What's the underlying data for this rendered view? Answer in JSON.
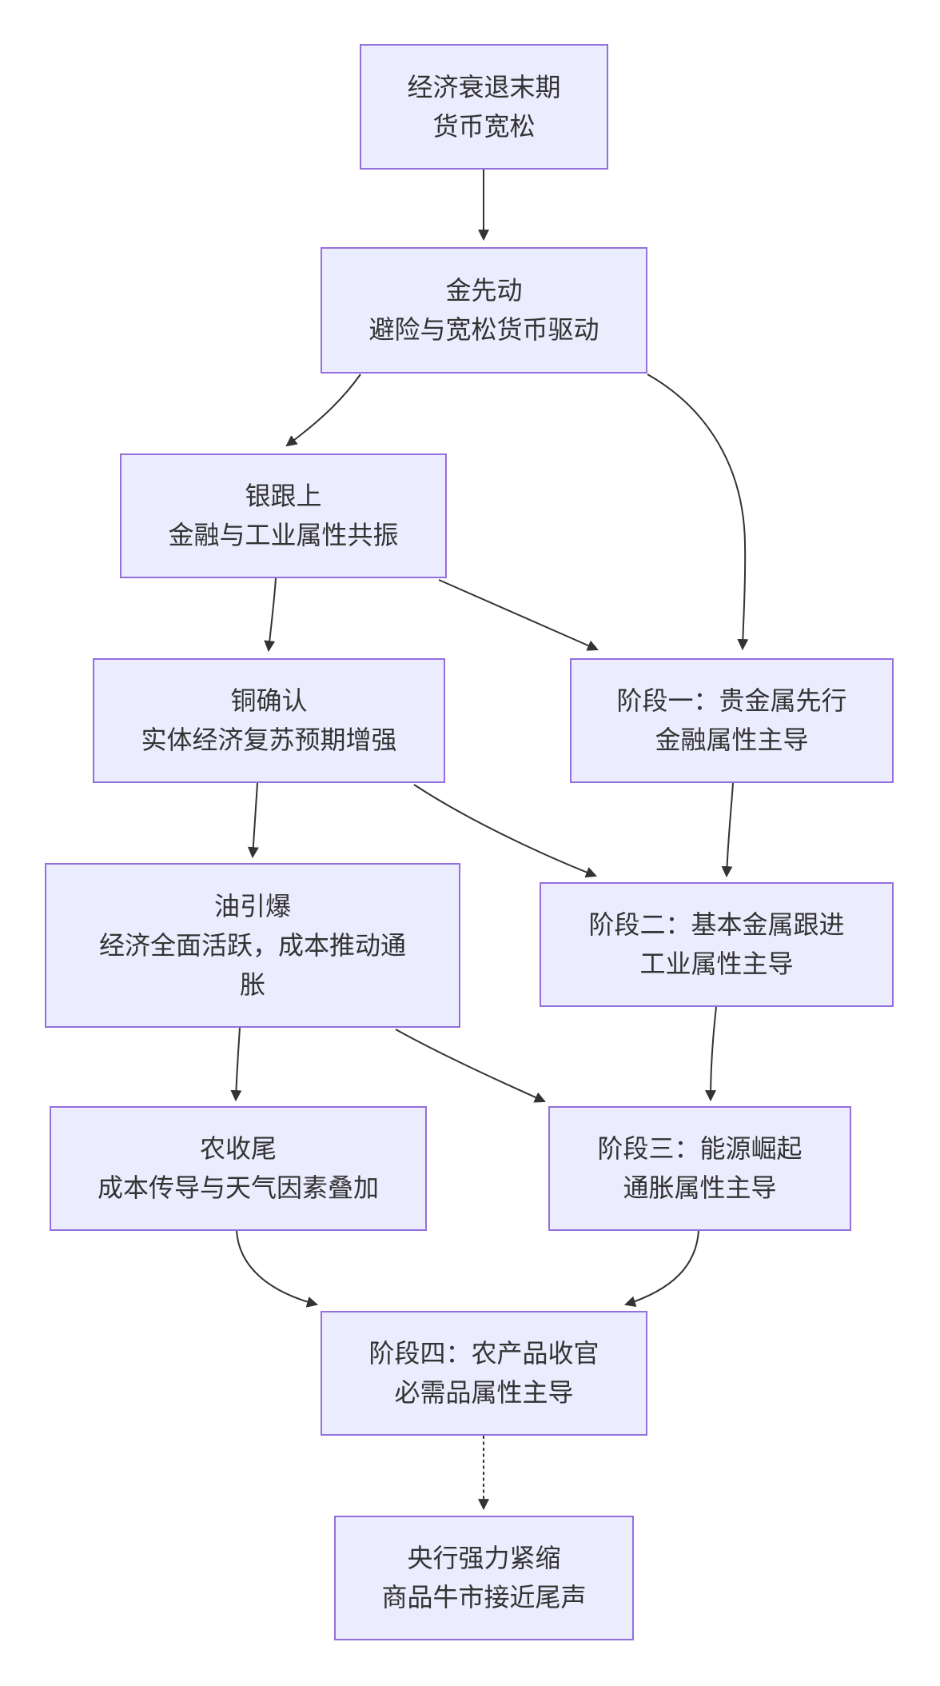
{
  "diagram": {
    "type": "flowchart",
    "direction": "top-down",
    "colors": {
      "node_fill": "#ECECFF",
      "node_border": "#9370DB",
      "edge_color": "#333333",
      "text_color": "#333333",
      "background": "#ffffff"
    },
    "nodes": {
      "recession": {
        "lines": [
          "经济衰退末期",
          "货币宽松"
        ]
      },
      "gold": {
        "lines": [
          "金先动",
          "避险与宽松货币驱动"
        ]
      },
      "silver": {
        "lines": [
          "银跟上",
          "金融与工业属性共振"
        ]
      },
      "copper": {
        "lines": [
          "铜确认",
          "实体经济复苏预期增强"
        ]
      },
      "stage1": {
        "lines": [
          "阶段一：贵金属先行",
          "金融属性主导"
        ]
      },
      "oil": {
        "lines": [
          "油引爆",
          "经济全面活跃，成本推动通",
          "胀"
        ]
      },
      "stage2": {
        "lines": [
          "阶段二：基本金属跟进",
          "工业属性主导"
        ]
      },
      "harvest": {
        "lines": [
          "农收尾",
          "成本传导与天气因素叠加"
        ]
      },
      "stage3": {
        "lines": [
          "阶段三：能源崛起",
          "通胀属性主导"
        ]
      },
      "stage4": {
        "lines": [
          "阶段四：农产品收官",
          "必需品属性主导"
        ]
      },
      "tightening": {
        "lines": [
          "央行强力紧缩",
          "商品牛市接近尾声"
        ]
      }
    },
    "edges": [
      {
        "from": "recession",
        "to": "gold",
        "style": "solid"
      },
      {
        "from": "gold",
        "to": "silver",
        "style": "solid"
      },
      {
        "from": "gold",
        "to": "stage1",
        "style": "solid"
      },
      {
        "from": "silver",
        "to": "copper",
        "style": "solid"
      },
      {
        "from": "silver",
        "to": "stage1",
        "style": "solid"
      },
      {
        "from": "copper",
        "to": "oil",
        "style": "solid"
      },
      {
        "from": "copper",
        "to": "stage2",
        "style": "solid"
      },
      {
        "from": "stage1",
        "to": "stage2",
        "style": "solid"
      },
      {
        "from": "oil",
        "to": "harvest",
        "style": "solid"
      },
      {
        "from": "oil",
        "to": "stage3",
        "style": "solid"
      },
      {
        "from": "stage2",
        "to": "stage3",
        "style": "solid"
      },
      {
        "from": "harvest",
        "to": "stage4",
        "style": "solid"
      },
      {
        "from": "stage3",
        "to": "stage4",
        "style": "solid"
      },
      {
        "from": "stage4",
        "to": "tightening",
        "style": "dashed"
      }
    ]
  }
}
